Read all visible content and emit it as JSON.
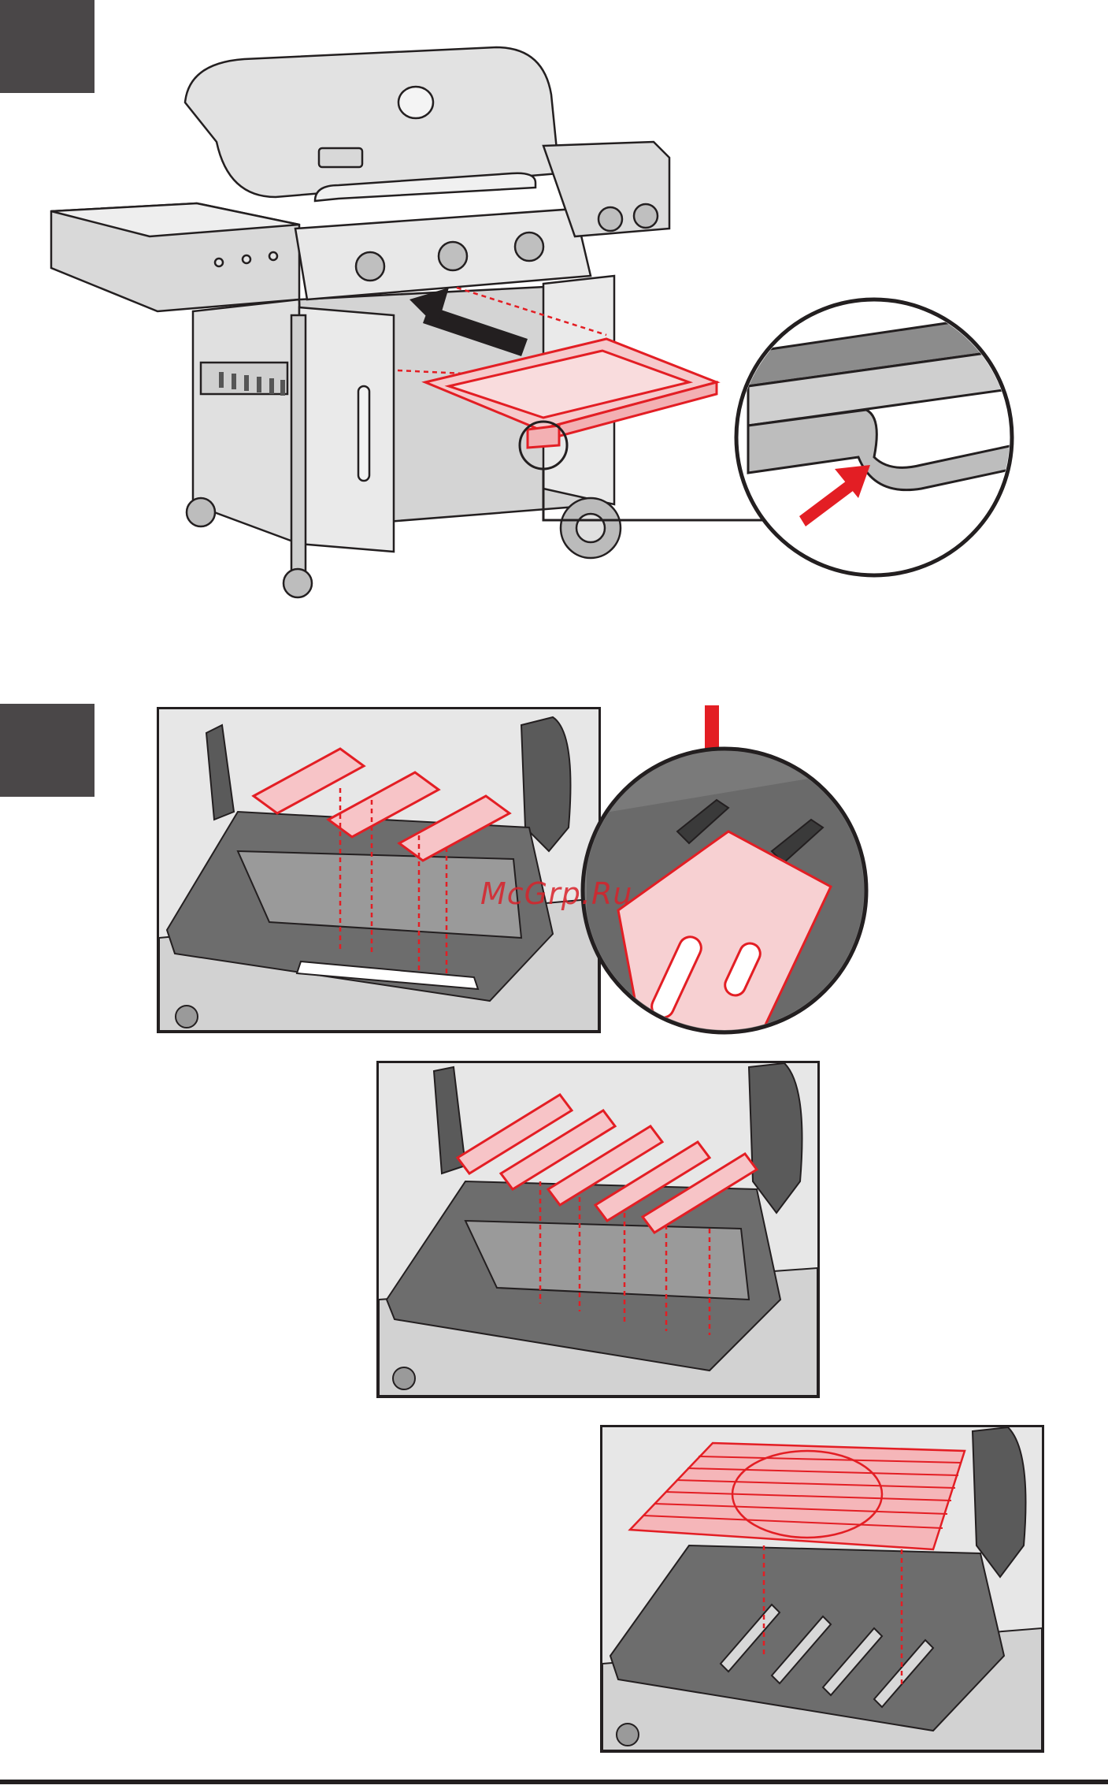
{
  "watermark": {
    "text": "McGrp.Ru"
  },
  "steps": [
    {
      "id": "step-1",
      "label": ""
    },
    {
      "id": "step-2",
      "label": ""
    }
  ],
  "colors": {
    "highlight_red": "#e31e24",
    "outline_dark": "#231f20",
    "step_tab": "#4a4748",
    "metal_gray": "#d6d6d6",
    "shadow_gray": "#8c8c8c"
  },
  "icons": {
    "arrow_insert": "black-arrow-icon",
    "arrow_detail": "red-arrow-icon",
    "arrow_down": "red-down-arrow-icon"
  }
}
